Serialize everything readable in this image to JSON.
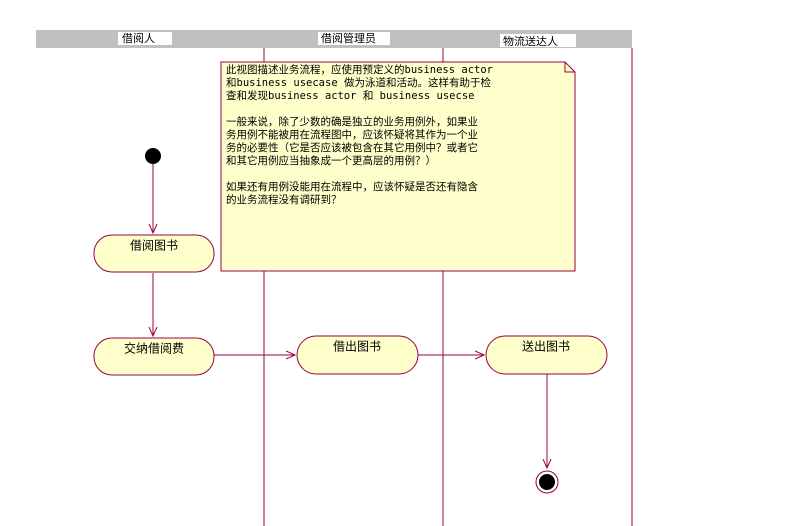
{
  "swimlanes": [
    {
      "label": "借阅人"
    },
    {
      "label": "借阅管理员"
    },
    {
      "label": "物流送达人"
    }
  ],
  "activities": {
    "borrow_book": "借阅图书",
    "pay_fee": "交纳借阅费",
    "lend_book": "借出图书",
    "deliver_book": "送出图书"
  },
  "note": {
    "lines": [
      "此视图描述业务流程，应使用预定义的business actor",
      "和business usecase 做为泳道和活动。这样有助于检",
      "查和发现business actor 和 business usecse",
      "",
      "一般来说，除了少数的确是独立的业务用例外，如果业",
      "务用例不能被用在流程图中，应该怀疑将其作为一个业",
      "务的必要性（它是否应该被包含在其它用例中？或者它",
      "和其它用例应当抽象成一个更高层的用例？）",
      "",
      "如果还有用例没能用在流程中，应该怀疑是否还有隐含",
      "的业务流程没有调研到？"
    ]
  },
  "colors": {
    "lane_header": "#c0c0c0",
    "line": "#990044",
    "activity_fill": "#ffffcc",
    "node": "#000000"
  }
}
